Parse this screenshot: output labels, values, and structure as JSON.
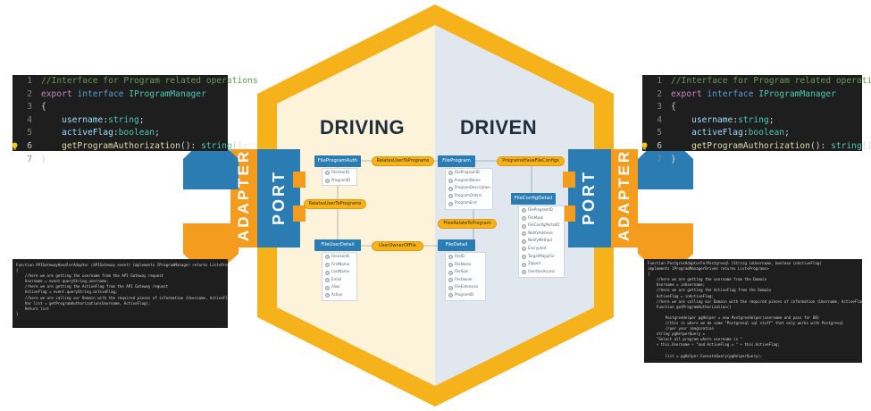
{
  "diagram": {
    "labels": {
      "driving": "DRIVING",
      "driven": "DRIVEN",
      "port": "PORT",
      "adapter": "ADAPTER"
    },
    "colors": {
      "hex_border": "#f5b21a",
      "driving_fill": "#fdf3da",
      "driven_fill": "#e0e7ee",
      "port_blue": "#2b7cb3",
      "adapter_orange": "#f39c1e"
    },
    "entities": [
      {
        "title": "FileProgramAuth",
        "fields": [
          "FileUserID",
          "ProgramID"
        ]
      },
      {
        "title": "FileUserDetail",
        "fields": [
          "FileUserID",
          "FirstName",
          "LastName",
          "Email",
          "Alias",
          "Active"
        ]
      },
      {
        "title": "FileProgram",
        "fields": [
          "FileProgramID",
          "ProgramName",
          "ProgramDescription",
          "ProgramOrders",
          "ProgramEnd"
        ]
      },
      {
        "title": "FileDetail",
        "fields": [
          "FileID",
          "FileName",
          "FileSize",
          "FileOwner",
          "FileExtension",
          "ProgramID"
        ]
      },
      {
        "title": "FileConfigDetail",
        "fields": [
          "FileProgramID",
          "FileMask",
          "FileConfigPortalID",
          "NotifyAddress",
          "NotifyMethod",
          "Encrypted",
          "TargetMappFor",
          "Zipped",
          "UserHasAccess"
        ]
      }
    ],
    "relations": [
      "RelatesUserToPrograms",
      "RelatesUserToPrograms",
      "UserOwnerOfFile",
      "ProgramsHaveFileConfigs",
      "FilesRelateToProgram"
    ]
  },
  "code_left_top": {
    "lines": [
      {
        "n": "1",
        "parts": [
          [
            "cm",
            "//Interface for Program related operations"
          ]
        ]
      },
      {
        "n": "2",
        "parts": [
          [
            "kw",
            "export "
          ],
          [
            "kw2",
            "interface "
          ],
          [
            "ty",
            "IProgramManager"
          ]
        ]
      },
      {
        "n": "3",
        "parts": [
          [
            "pu",
            "{"
          ]
        ]
      },
      {
        "n": "4",
        "parts": [
          [
            "id",
            "    username"
          ],
          [
            "pu",
            ":"
          ],
          [
            "ty",
            "string"
          ],
          [
            "pu",
            ";"
          ]
        ]
      },
      {
        "n": "5",
        "parts": [
          [
            "id",
            "    activeFlag"
          ],
          [
            "pu",
            ":"
          ],
          [
            "ty",
            "boolean"
          ],
          [
            "pu",
            ";"
          ]
        ]
      },
      {
        "n": "6",
        "parts": [
          [
            "fn",
            "    getProgramAuthorization"
          ],
          [
            "pu",
            "(): "
          ],
          [
            "ty",
            "string"
          ],
          [
            "pu",
            "[];"
          ]
        ]
      },
      {
        "n": "7",
        "parts": [
          [
            "pu",
            "}"
          ]
        ]
      }
    ]
  },
  "code_right_top": {
    "lines": [
      {
        "n": "1",
        "parts": [
          [
            "cm",
            "//Interface for Program related operations"
          ]
        ]
      },
      {
        "n": "2",
        "parts": [
          [
            "kw",
            "export "
          ],
          [
            "kw2",
            "interface "
          ],
          [
            "ty",
            "IProgramManager"
          ]
        ]
      },
      {
        "n": "3",
        "parts": [
          [
            "pu",
            "{"
          ]
        ]
      },
      {
        "n": "4",
        "parts": [
          [
            "id",
            "    username"
          ],
          [
            "pu",
            ":"
          ],
          [
            "ty",
            "string"
          ],
          [
            "pu",
            ";"
          ]
        ]
      },
      {
        "n": "5",
        "parts": [
          [
            "id",
            "    activeFlag"
          ],
          [
            "pu",
            ":"
          ],
          [
            "ty",
            "boolean"
          ],
          [
            "pu",
            ";"
          ]
        ]
      },
      {
        "n": "6",
        "parts": [
          [
            "fn",
            "    getProgramAuthorization"
          ],
          [
            "pu",
            "(): "
          ],
          [
            "ty",
            "string"
          ],
          [
            "pu",
            "[];"
          ]
        ]
      },
      {
        "n": "7",
        "parts": [
          [
            "pu",
            "}"
          ]
        ]
      }
    ]
  },
  "code_left_bottom": {
    "text": "Function APIGatewayHandlerAdapter (APIGateway event) implements IProgramManager returns List<Programs>\n{\n    //here we are getting the username from the API Gateway request\n    Username = event.queryString.username;\n    //here we are getting the ActiveFlag from the API Gateway request\n    ActiveFlag = event.queryString.activeFlag;\n    //here we are calling our Domain with the required pieces of information (Username, ActiveFlag)\n    Var list = getProgramAuthorization(Username, ActiveFlag);\n    Return list\n}"
  },
  "code_right_bottom": {
    "text": "Function PostgresAdapterForPostgresql (String inUsername, boolean inActiveFlag)\nimplements IProgramManagerDriven returns List<Programs>\n{\n    //here we are getting the username from the Domain\n    Username = inUsername;\n    //here we are getting the ActiveFlag from the Domain\n    ActiveFlag = inActiveFlag;\n    //here we are calling our Domain with the required pieces of information (Username, ActiveFlag)\n    Function getProgramAuthorization()\n\n        PostgresHelper pgHelper = new PostgresHelper(username and pass for DB)\n        //this is where we do some \"Postgresql sql stuff\" that only works with Postgresql\n        //per your imagination\n    string pgHelperQuery =\n    \"Select all program where username is \"\n    + this.Username + \"and ActiveFlag = \" + this.ActiveFlag;\n\n        list = pgHelper.ExecuteQuery(pgHelperQuery);\n\n    Return list\n}"
  }
}
